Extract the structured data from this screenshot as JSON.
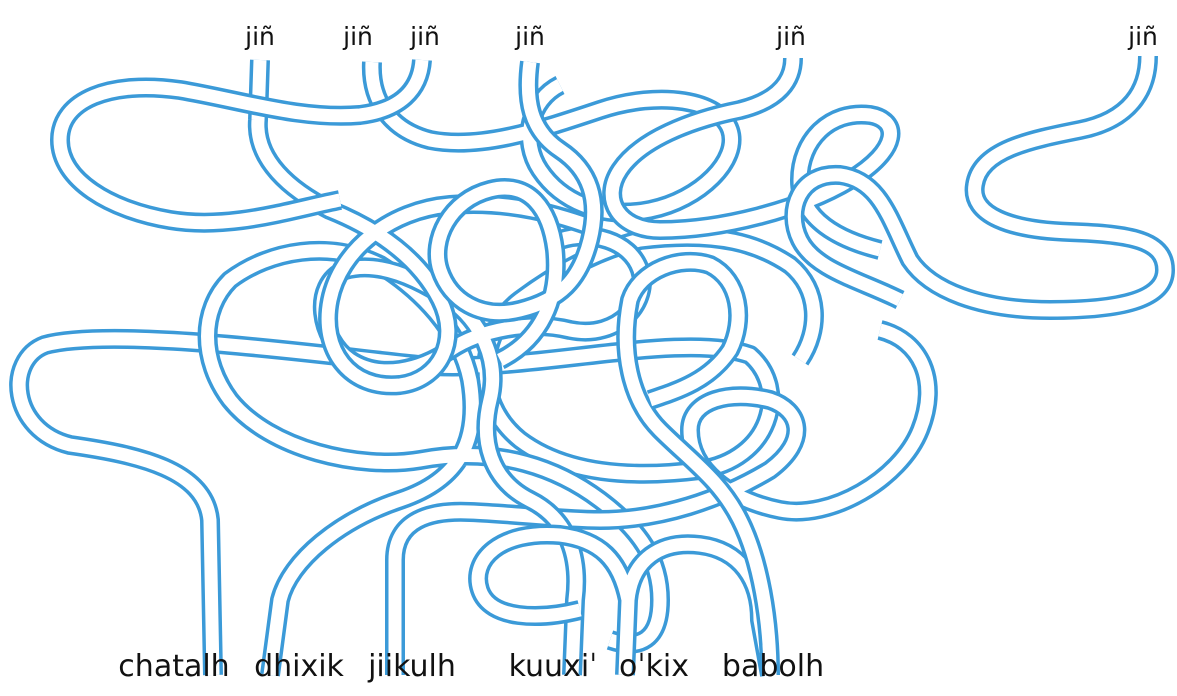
{
  "top_labels": [
    "jiñ",
    "jiñ",
    "jiñ",
    "jiñ",
    "jiñ",
    "jiñ"
  ],
  "bottom_labels": [
    "chatalh",
    "dhixik",
    "jiikulh",
    "kuuxiˈ",
    "oˈkix",
    "babolh"
  ],
  "colors": {
    "rope_outline": "#3b9ad8",
    "rope_fill": "#ffffff",
    "text": "#111111"
  }
}
